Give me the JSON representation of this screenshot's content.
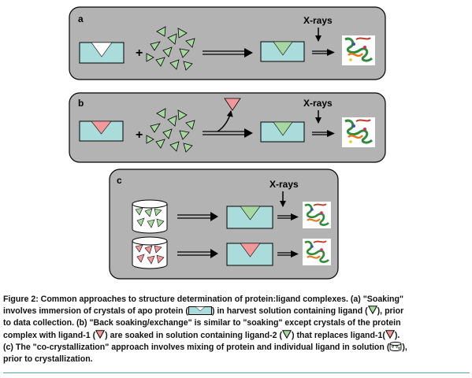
{
  "panels": {
    "a": {
      "label": "a",
      "xray_label": "X-rays"
    },
    "b": {
      "label": "b",
      "xray_label": "X-rays"
    },
    "c": {
      "label": "c",
      "xray_label": "X-rays"
    }
  },
  "plus_symbol": "+",
  "colors": {
    "panel_fill": "#b3b3b3",
    "crystal_fill": "#aadcdc",
    "ligand_green": "#a8d8a2",
    "ligand_red": "#f2989a",
    "caption_rule": "#59a7a7"
  },
  "caption": {
    "s1": "Figure 2: Common approaches to structure determination of protein:ligand complexes. (a) \"Soaking\"",
    "s2a": "involves immersion of crystals of apo protein (",
    "s2b": ") in harvest solution containing ligand (",
    "s2c": "), prior",
    "s3": "to data collection. (b) \"Back soaking/exchange\" is similar to \"soaking\" except crystals of the protein",
    "s4a": "complex with ligand-1 (",
    "s4b": ") are soaked in solution containing ligand-2 (",
    "s4c": ") that replaces ligand-1(",
    "s4d": ").",
    "s5a": "(c) The \"co-crystallization\" approach involves mixing of protein and individual ligand in solution (",
    "s5b": "),",
    "s6": "prior to crystallization."
  }
}
